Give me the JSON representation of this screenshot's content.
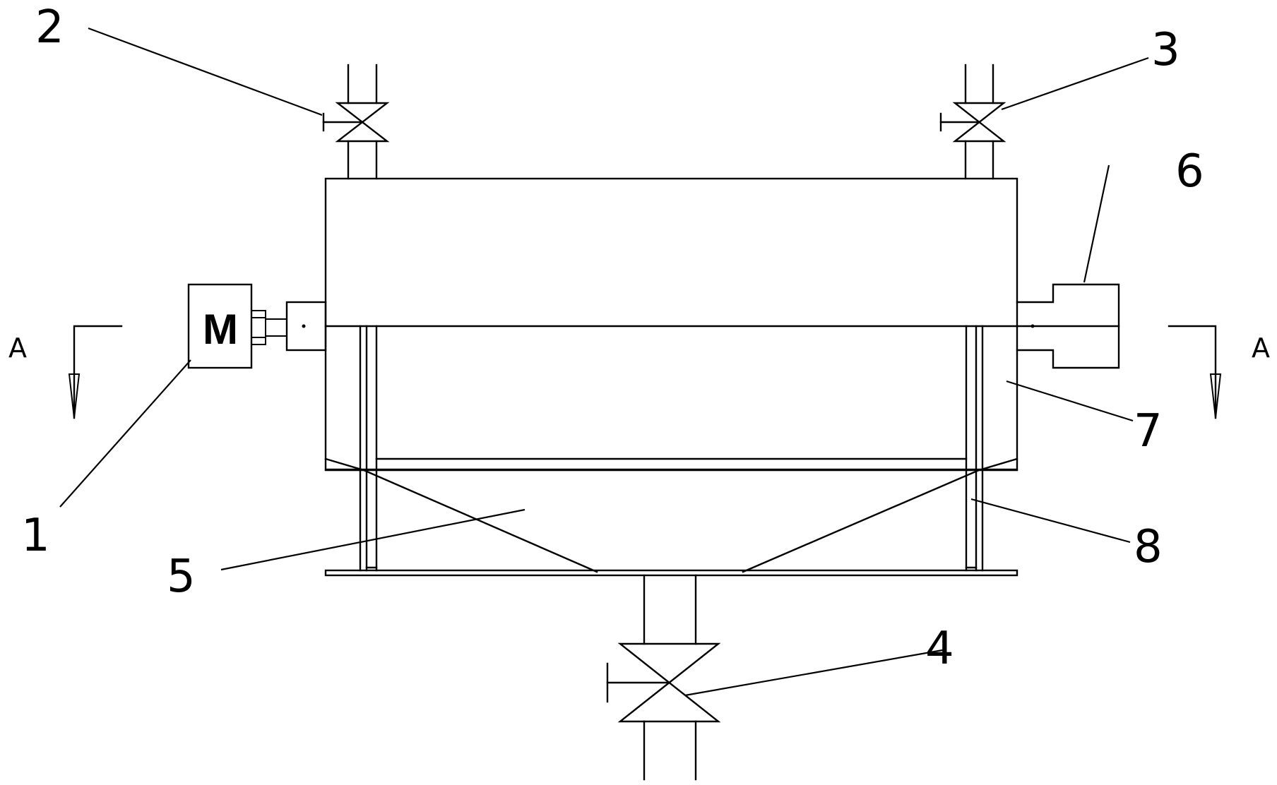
{
  "labels": {
    "motor_symbol": "M",
    "section_left": "A",
    "section_right": "A",
    "part_1": "1",
    "part_2": "2",
    "part_3": "3",
    "part_4": "4",
    "part_5": "5",
    "part_6": "6",
    "part_7": "7",
    "part_8": "8"
  }
}
